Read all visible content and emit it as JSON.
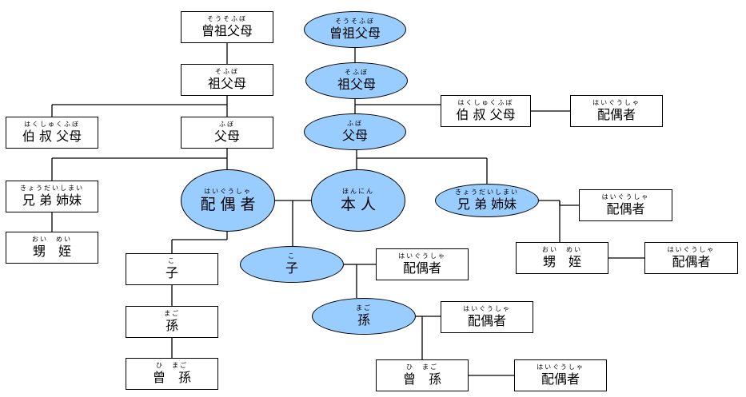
{
  "diagram": {
    "nodes": [
      {
        "id": "r-sosofubo",
        "ruby": "そうそふぼ",
        "label": "曾祖父母",
        "shape": "oval"
      },
      {
        "id": "r-sofubo",
        "ruby": "そふぼ",
        "label": "祖父母",
        "shape": "oval"
      },
      {
        "id": "r-fubo",
        "ruby": "ふぼ",
        "label": "父母",
        "shape": "oval"
      },
      {
        "id": "r-hakushukufubo",
        "ruby": "はくしゅくふぼ",
        "label": "伯 叔 父母",
        "shape": "rect"
      },
      {
        "id": "r-hakushukufubo-haigu",
        "ruby": "はいぐうしゃ",
        "label": "配偶者",
        "shape": "rect"
      },
      {
        "id": "honnin",
        "ruby": "ほんにん",
        "label": "本 人",
        "shape": "oval"
      },
      {
        "id": "r-kyodai",
        "ruby": "きょうだいしまい",
        "label": "兄 弟 姉妹",
        "shape": "oval"
      },
      {
        "id": "r-kyodai-haigu",
        "ruby": "はいぐうしゃ",
        "label": "配偶者",
        "shape": "rect"
      },
      {
        "id": "r-oimei",
        "ruby": "おい　めい",
        "label": "甥　姪",
        "shape": "rect"
      },
      {
        "id": "r-oimei-haigu",
        "ruby": "はいぐうしゃ",
        "label": "配偶者",
        "shape": "rect"
      },
      {
        "id": "ko",
        "ruby": "こ",
        "label": "子",
        "shape": "oval"
      },
      {
        "id": "ko-haigu",
        "ruby": "はいぐうしゃ",
        "label": "配偶者",
        "shape": "rect"
      },
      {
        "id": "mago",
        "ruby": "まご",
        "label": "孫",
        "shape": "oval"
      },
      {
        "id": "mago-haigu",
        "ruby": "はいぐうしゃ",
        "label": "配偶者",
        "shape": "rect"
      },
      {
        "id": "himago",
        "ruby": "ひ　まご",
        "label": "曾　孫",
        "shape": "rect"
      },
      {
        "id": "himago-haigu",
        "ruby": "はいぐうしゃ",
        "label": "配偶者",
        "shape": "rect"
      },
      {
        "id": "haigu",
        "ruby": "はいぐうしゃ",
        "label": "配 偶 者",
        "shape": "oval"
      },
      {
        "id": "l-sosofubo",
        "ruby": "そうそふぼ",
        "label": "曾祖父母",
        "shape": "rect"
      },
      {
        "id": "l-sofubo",
        "ruby": "そふぼ",
        "label": "祖父母",
        "shape": "rect"
      },
      {
        "id": "l-fubo",
        "ruby": "ふぼ",
        "label": "父母",
        "shape": "rect"
      },
      {
        "id": "l-hakushukufubo",
        "ruby": "はくしゅくふぼ",
        "label": "伯 叔 父母",
        "shape": "rect"
      },
      {
        "id": "l-kyodai",
        "ruby": "きょうだいしまい",
        "label": "兄 弟 姉妹",
        "shape": "rect"
      },
      {
        "id": "l-oimei",
        "ruby": "おい　めい",
        "label": "甥　姪",
        "shape": "rect"
      },
      {
        "id": "l-ko",
        "ruby": "こ",
        "label": "子",
        "shape": "rect"
      },
      {
        "id": "l-mago",
        "ruby": "まご",
        "label": "孫",
        "shape": "rect"
      },
      {
        "id": "l-himago",
        "ruby": "ひ　まご",
        "label": "曾　孫",
        "shape": "rect"
      }
    ],
    "colors": {
      "blood_relative_fill": "#99ccff",
      "in_law_fill": "#ffffff",
      "line": "#000000"
    }
  }
}
